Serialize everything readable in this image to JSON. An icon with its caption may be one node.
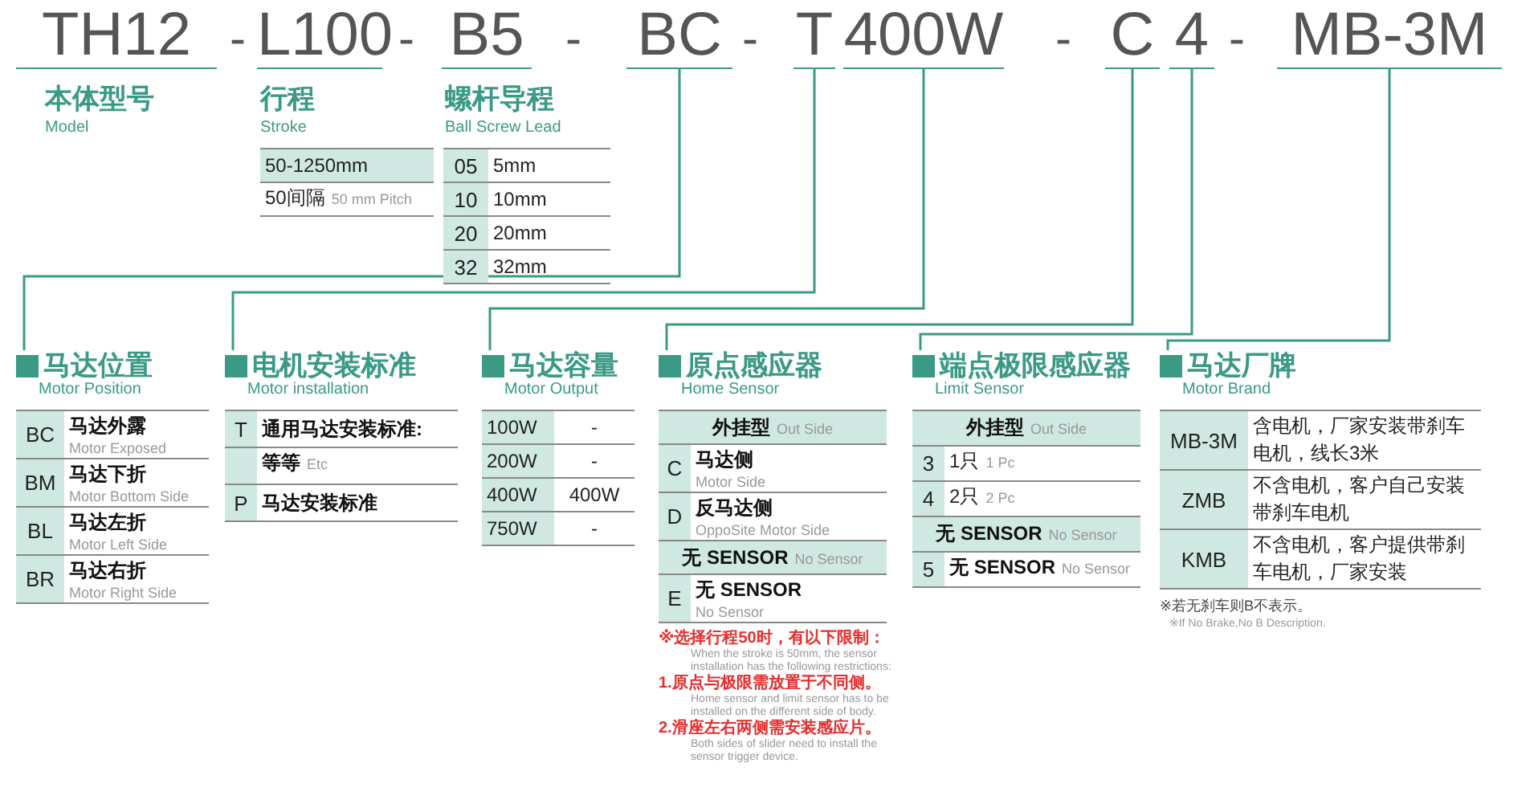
{
  "diagram": {
    "nodes": [
      {
        "text": [
          "TH12"
        ]
      },
      {
        "text": [
          "L100"
        ]
      },
      {
        "text": [
          "B5"
        ]
      },
      {
        "text": [
          "BC"
        ]
      },
      {
        "text": [
          "T"
        ]
      },
      {
        "text": [
          "400W"
        ]
      },
      {
        "text": [
          "C"
        ]
      },
      {
        "text": [
          "4"
        ]
      },
      {
        "text": [
          "MB-3M"
        ]
      },
      {
        "text": [
          "马达位置",
          "Motor Position"
        ]
      },
      {
        "text": [
          "电机安装标准",
          "Motor installation"
        ]
      },
      {
        "text": [
          "马达容量",
          "Motor Output"
        ]
      },
      {
        "text": [
          "原点感应器",
          "Home Sensor"
        ]
      },
      {
        "text": [
          "端点极限感应器",
          "Limit Sensor"
        ]
      },
      {
        "text": [
          "马达厂牌",
          "Motor Brand"
        ]
      }
    ],
    "edges": [
      {
        "from": 3,
        "to": 9,
        "arrow": "none"
      },
      {
        "from": 4,
        "to": 10,
        "arrow": "none"
      },
      {
        "from": 5,
        "to": 11,
        "arrow": "none"
      },
      {
        "from": 6,
        "to": 12,
        "arrow": "none"
      },
      {
        "from": 7,
        "to": 13,
        "arrow": "none"
      },
      {
        "from": 8,
        "to": 14,
        "arrow": "none"
      }
    ],
    "labels": [
      "-",
      "-",
      "-",
      "-",
      "-",
      "-",
      "本体型号",
      "Model",
      "行程",
      "Stroke",
      "螺杆导程",
      "Ball Screw Lead",
      "50-1250mm",
      "50间隔",
      "50 mm Pitch",
      "05",
      "5mm",
      "10",
      "10mm",
      "20",
      "20mm",
      "32",
      "32mm",
      "BC",
      "马达外露",
      "Motor Exposed",
      "BM",
      "马达下折",
      "Motor Bottom Side",
      "BL",
      "马达左折",
      "Motor Left Side",
      "BR",
      "马达右折",
      "Motor Right Side",
      "T",
      "通用马达安装标准:",
      "等等",
      "Etc",
      "P",
      "马达安装标准",
      "100W",
      "-",
      "200W",
      "-",
      "400W",
      "400W",
      "750W",
      "-",
      "外挂型",
      "Out Side",
      "C",
      "马达侧",
      "Motor Side",
      "D",
      "反马达侧",
      "OppoSite Motor Side",
      "无 SENSOR",
      "No Sensor",
      "E",
      "无 SENSOR",
      "No Sensor",
      "※选择行程50时，有以下限制：",
      "When the stroke is 50mm, the sensor installation has the following restrictions:",
      "1.原点与极限需放置于不同侧。",
      "Home sensor and limit sensor has to be installed on the different side of body.",
      "2.滑座左右两侧需安装感应片。",
      "Both sides of slider need to install the sensor trigger device.",
      "外挂型",
      "Out Side",
      "3",
      "1只",
      "1 Pc",
      "4",
      "2只",
      "2 Pc",
      "无 SENSOR",
      "No Sensor",
      "5",
      "无 SENSOR",
      "No Sensor",
      "MB-3M",
      "含电机，厂家安装带刹车电机，线长3米",
      "ZMB",
      "不含电机，客户自己安装带刹车电机",
      "KMB",
      "不含电机，客户提供带刹车电机，厂家安装",
      "※若无刹车则B不表示。",
      "※If No Brake,No B Description."
    ]
  }
}
